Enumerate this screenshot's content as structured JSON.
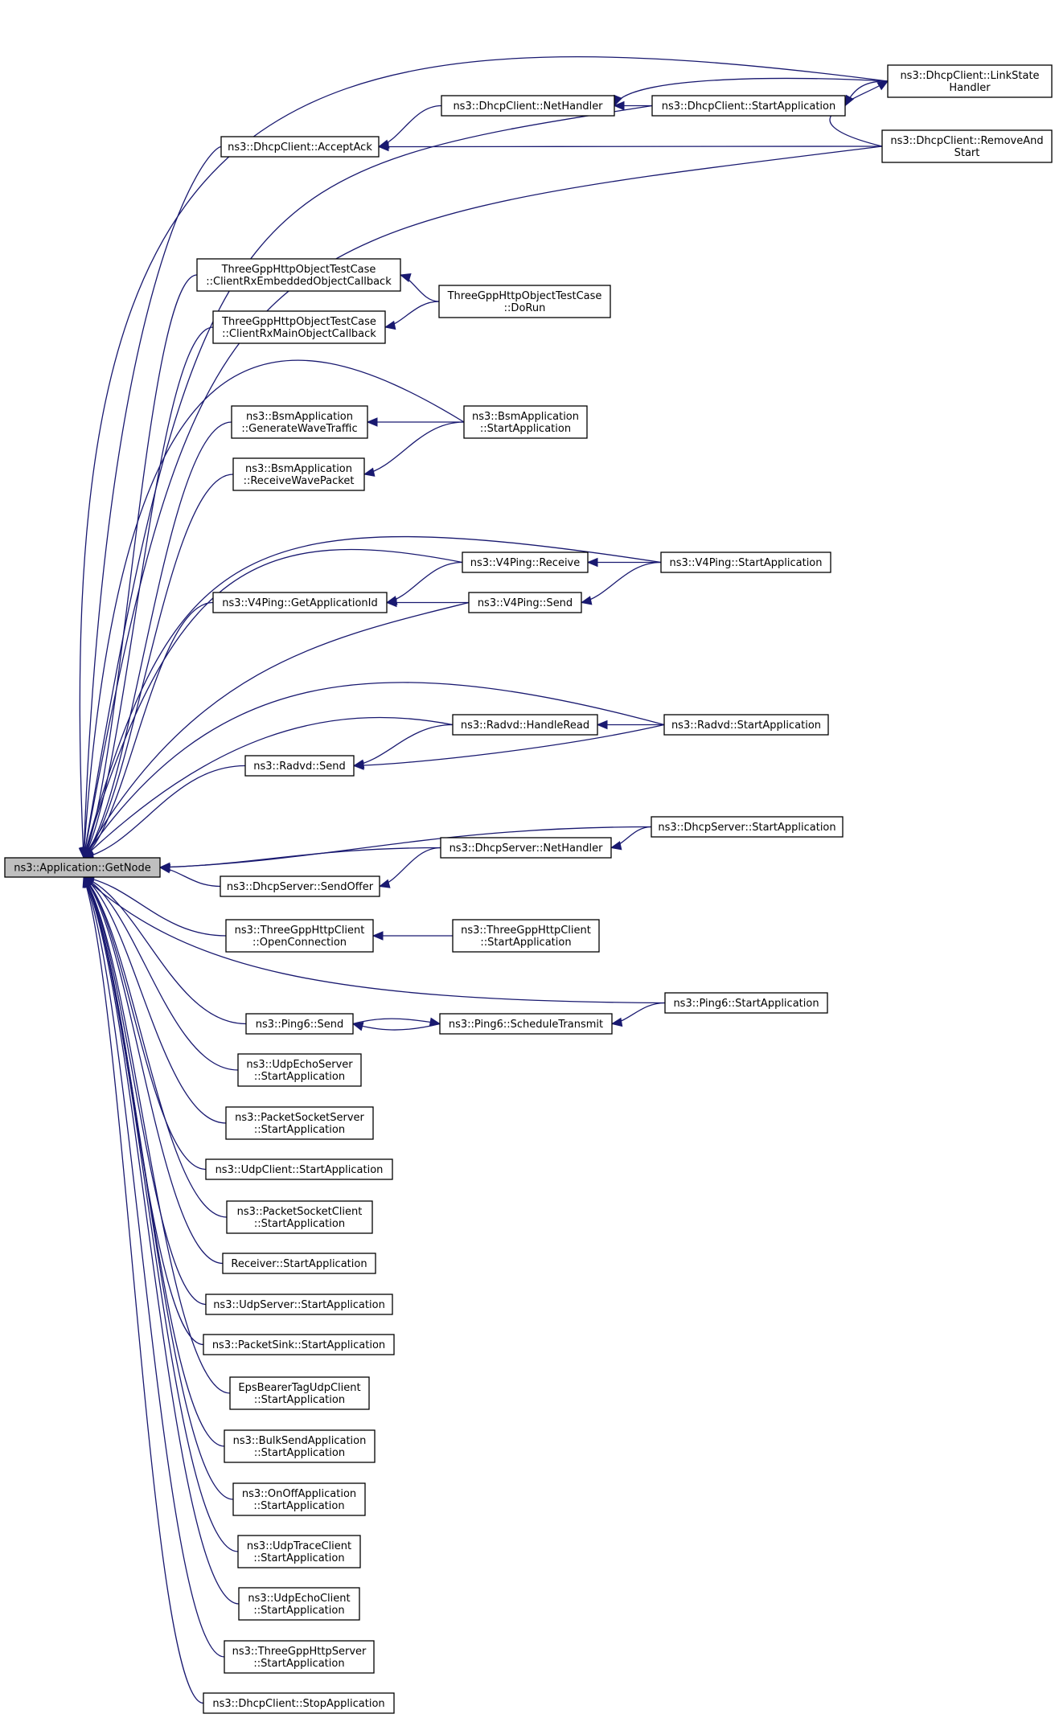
{
  "nodes": [
    {
      "id": "root",
      "lines": [
        "ns3::Application::GetNode"
      ],
      "root": true
    },
    {
      "id": "dc_linkstate",
      "lines": [
        "ns3::DhcpClient::LinkState",
        "Handler"
      ]
    },
    {
      "id": "dc_nethandler",
      "lines": [
        "ns3::DhcpClient::NetHandler"
      ]
    },
    {
      "id": "dc_startapp",
      "lines": [
        "ns3::DhcpClient::StartApplication"
      ]
    },
    {
      "id": "dc_acceptack",
      "lines": [
        "ns3::DhcpClient::AcceptAck"
      ]
    },
    {
      "id": "dc_removeandstart",
      "lines": [
        "ns3::DhcpClient::RemoveAnd",
        "Start"
      ]
    },
    {
      "id": "tg_embedded",
      "lines": [
        "ThreeGppHttpObjectTestCase",
        "::ClientRxEmbeddedObjectCallback"
      ]
    },
    {
      "id": "tg_dorun",
      "lines": [
        "ThreeGppHttpObjectTestCase",
        "::DoRun"
      ]
    },
    {
      "id": "tg_main",
      "lines": [
        "ThreeGppHttpObjectTestCase",
        "::ClientRxMainObjectCallback"
      ]
    },
    {
      "id": "bsm_generate",
      "lines": [
        "ns3::BsmApplication",
        "::GenerateWaveTraffic"
      ]
    },
    {
      "id": "bsm_start",
      "lines": [
        "ns3::BsmApplication",
        "::StartApplication"
      ]
    },
    {
      "id": "bsm_receive",
      "lines": [
        "ns3::BsmApplication",
        "::ReceiveWavePacket"
      ]
    },
    {
      "id": "v4_receive",
      "lines": [
        "ns3::V4Ping::Receive"
      ]
    },
    {
      "id": "v4_start",
      "lines": [
        "ns3::V4Ping::StartApplication"
      ]
    },
    {
      "id": "v4_getappid",
      "lines": [
        "ns3::V4Ping::GetApplicationId"
      ]
    },
    {
      "id": "v4_send",
      "lines": [
        "ns3::V4Ping::Send"
      ]
    },
    {
      "id": "rv_handleread",
      "lines": [
        "ns3::Radvd::HandleRead"
      ]
    },
    {
      "id": "rv_start",
      "lines": [
        "ns3::Radvd::StartApplication"
      ]
    },
    {
      "id": "rv_send",
      "lines": [
        "ns3::Radvd::Send"
      ]
    },
    {
      "id": "ds_start",
      "lines": [
        "ns3::DhcpServer::StartApplication"
      ]
    },
    {
      "id": "ds_nethandler",
      "lines": [
        "ns3::DhcpServer::NetHandler"
      ]
    },
    {
      "id": "ds_sendoffer",
      "lines": [
        "ns3::DhcpServer::SendOffer"
      ]
    },
    {
      "id": "hc_open",
      "lines": [
        "ns3::ThreeGppHttpClient",
        "::OpenConnection"
      ]
    },
    {
      "id": "hc_start",
      "lines": [
        "ns3::ThreeGppHttpClient",
        "::StartApplication"
      ]
    },
    {
      "id": "p6_start",
      "lines": [
        "ns3::Ping6::StartApplication"
      ]
    },
    {
      "id": "p6_send",
      "lines": [
        "ns3::Ping6::Send"
      ]
    },
    {
      "id": "p6_schedule",
      "lines": [
        "ns3::Ping6::ScheduleTransmit"
      ]
    },
    {
      "id": "ues_start",
      "lines": [
        "ns3::UdpEchoServer",
        "::StartApplication"
      ]
    },
    {
      "id": "pss_start",
      "lines": [
        "ns3::PacketSocketServer",
        "::StartApplication"
      ]
    },
    {
      "id": "uc_start",
      "lines": [
        "ns3::UdpClient::StartApplication"
      ]
    },
    {
      "id": "psc_start",
      "lines": [
        "ns3::PacketSocketClient",
        "::StartApplication"
      ]
    },
    {
      "id": "recv_start",
      "lines": [
        "Receiver::StartApplication"
      ]
    },
    {
      "id": "us_start",
      "lines": [
        "ns3::UdpServer::StartApplication"
      ]
    },
    {
      "id": "ps_start",
      "lines": [
        "ns3::PacketSink::StartApplication"
      ]
    },
    {
      "id": "eps_start",
      "lines": [
        "EpsBearerTagUdpClient",
        "::StartApplication"
      ]
    },
    {
      "id": "bs_start",
      "lines": [
        "ns3::BulkSendApplication",
        "::StartApplication"
      ]
    },
    {
      "id": "oo_start",
      "lines": [
        "ns3::OnOffApplication",
        "::StartApplication"
      ]
    },
    {
      "id": "utc_start",
      "lines": [
        "ns3::UdpTraceClient",
        "::StartApplication"
      ]
    },
    {
      "id": "uec_start",
      "lines": [
        "ns3::UdpEchoClient",
        "::StartApplication"
      ]
    },
    {
      "id": "hs_start",
      "lines": [
        "ns3::ThreeGppHttpServer",
        "::StartApplication"
      ]
    },
    {
      "id": "dc_stop",
      "lines": [
        "ns3::DhcpClient::StopApplication"
      ]
    }
  ],
  "edges": [
    [
      "dc_linkstate",
      "root"
    ],
    [
      "dc_startapp",
      "root"
    ],
    [
      "dc_removeandstart",
      "root"
    ],
    [
      "dc_acceptack",
      "root"
    ],
    [
      "tg_embedded",
      "root"
    ],
    [
      "tg_main",
      "root"
    ],
    [
      "bsm_start",
      "root"
    ],
    [
      "bsm_generate",
      "root"
    ],
    [
      "bsm_receive",
      "root"
    ],
    [
      "v4_start",
      "root"
    ],
    [
      "v4_receive",
      "root"
    ],
    [
      "v4_getappid",
      "root"
    ],
    [
      "v4_send",
      "root"
    ],
    [
      "rv_start",
      "root"
    ],
    [
      "rv_handleread",
      "root"
    ],
    [
      "rv_send",
      "root"
    ],
    [
      "ds_start",
      "root"
    ],
    [
      "ds_nethandler",
      "root"
    ],
    [
      "ds_sendoffer",
      "root"
    ],
    [
      "hc_open",
      "root"
    ],
    [
      "p6_start",
      "root"
    ],
    [
      "p6_send",
      "root"
    ],
    [
      "ues_start",
      "root"
    ],
    [
      "pss_start",
      "root"
    ],
    [
      "uc_start",
      "root"
    ],
    [
      "psc_start",
      "root"
    ],
    [
      "recv_start",
      "root"
    ],
    [
      "us_start",
      "root"
    ],
    [
      "ps_start",
      "root"
    ],
    [
      "eps_start",
      "root"
    ],
    [
      "bs_start",
      "root"
    ],
    [
      "oo_start",
      "root"
    ],
    [
      "utc_start",
      "root"
    ],
    [
      "uec_start",
      "root"
    ],
    [
      "hs_start",
      "root"
    ],
    [
      "dc_stop",
      "root"
    ],
    [
      "dc_nethandler",
      "dc_acceptack"
    ],
    [
      "dc_removeandstart",
      "dc_acceptack"
    ],
    [
      "dc_linkstate",
      "dc_nethandler"
    ],
    [
      "dc_startapp",
      "dc_nethandler"
    ],
    [
      "dc_linkstate",
      "dc_startapp"
    ],
    [
      "dc_removeandstart",
      "dc_startapp"
    ],
    [
      "dc_startapp",
      "dc_linkstate"
    ],
    [
      "tg_dorun",
      "tg_embedded"
    ],
    [
      "tg_dorun",
      "tg_main"
    ],
    [
      "bsm_start",
      "bsm_generate"
    ],
    [
      "bsm_start",
      "bsm_receive"
    ],
    [
      "v4_receive",
      "v4_getappid"
    ],
    [
      "v4_send",
      "v4_getappid"
    ],
    [
      "v4_start",
      "v4_receive"
    ],
    [
      "v4_start",
      "v4_send"
    ],
    [
      "rv_start",
      "rv_handleread"
    ],
    [
      "rv_handleread",
      "rv_send"
    ],
    [
      "rv_start",
      "rv_send"
    ],
    [
      "ds_start",
      "ds_nethandler"
    ],
    [
      "ds_nethandler",
      "ds_sendoffer"
    ],
    [
      "hc_start",
      "hc_open"
    ],
    [
      "p6_start",
      "p6_schedule"
    ],
    [
      "p6_schedule",
      "p6_send"
    ],
    [
      "p6_send",
      "p6_schedule"
    ]
  ]
}
